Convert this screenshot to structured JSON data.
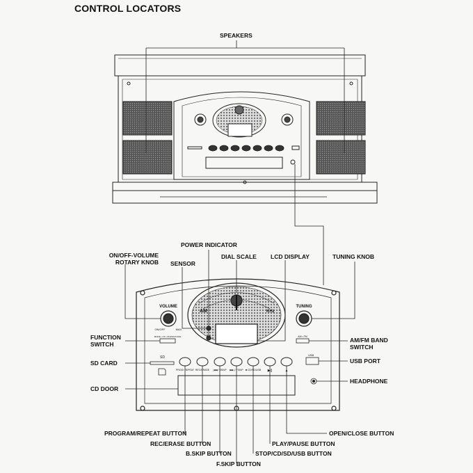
{
  "heading": "CONTROL LOCATORS",
  "labels": {
    "speakers": "SPEAKERS",
    "power_indicator": "POWER INDICATOR",
    "onoff_volume_1": "ON/OFF-VOLUME",
    "onoff_volume_2": "ROTARY KNOB",
    "sensor": "SENSOR",
    "dial_scale": "DIAL SCALE",
    "lcd_display": "LCD DISPLAY",
    "tuning_knob": "TUNING KNOB",
    "function_switch_1": "FUNCTION",
    "function_switch_2": "SWITCH",
    "amfm_switch_1": "AM/FM BAND",
    "amfm_switch_2": "SWITCH",
    "sd_card": "SD CARD",
    "usb_port": "USB PORT",
    "cd_door": "CD DOOR",
    "headphone": "HEADPHONE",
    "program_repeat": "PROGRAM/REPEAT BUTTON",
    "open_close": "OPEN/CLOSE BUTTON",
    "rec_erase": "REC/ERASE BUTTON",
    "play_pause": "PLAY/PAUSE BUTTON",
    "b_skip": "B.SKIP BUTTON",
    "stop": "STOP/CD/SD/USB BUTTON",
    "f_skip": "F.SKIP BUTTON"
  },
  "panel_text": {
    "volume": "VOLUME",
    "on_off": "ON/OFF",
    "max": "MAX",
    "tuning": "TUNING",
    "am": "AM",
    "khz": "KHz",
    "sd": "SD",
    "usb": "USB",
    "am_fm": "AM • FM",
    "mode": "MODE • CD • PHONO/CAVE",
    "btn_prog": "PROG/ REPEAT",
    "btn_rec": "REC/ERASE",
    "btn_bskip": "|◀◀ / BSKIP",
    "btn_fskip": "▶▶| / FSKIP",
    "btn_stop": "■ CD/SD/USB",
    "btn_play": "▶||",
    "btn_eject": "▲"
  }
}
